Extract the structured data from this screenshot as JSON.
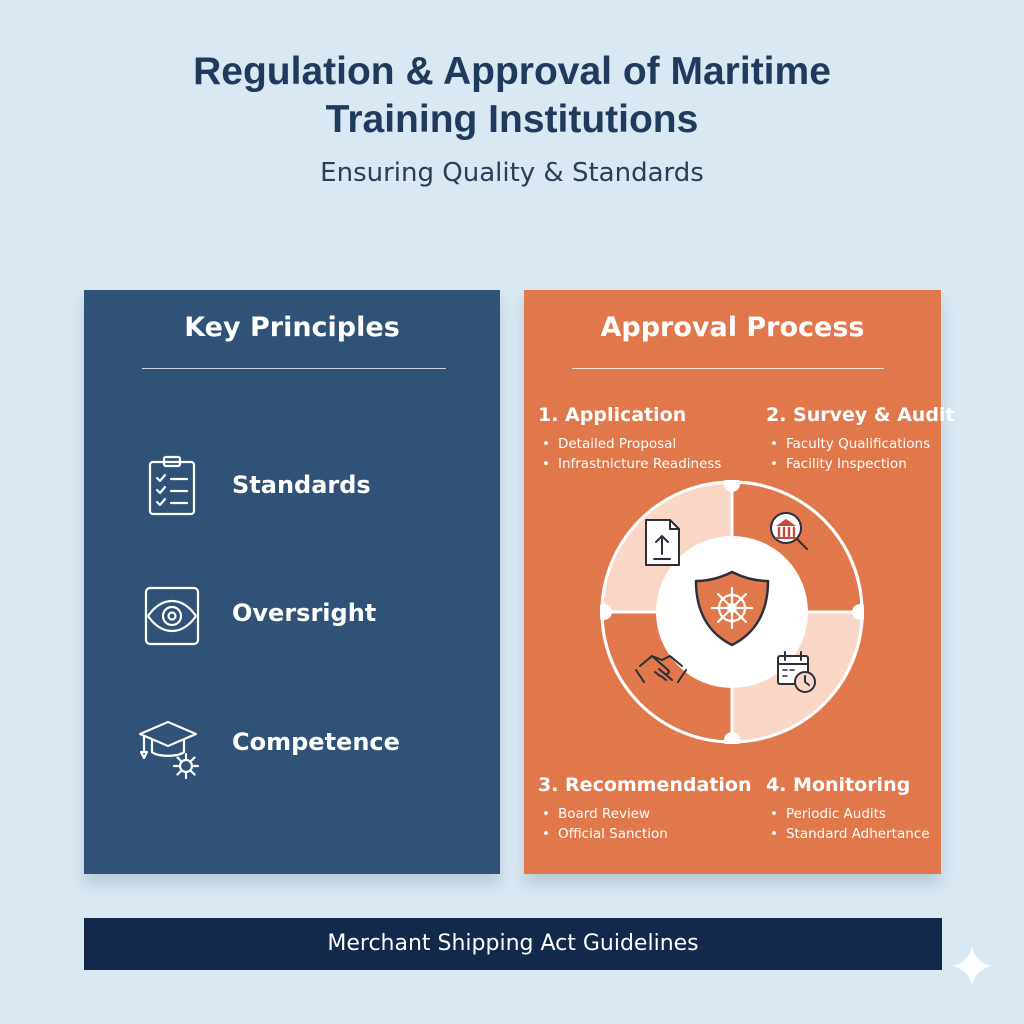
{
  "header": {
    "title_line1": "Regulation & Approval of Maritime",
    "title_line2": "Training Institutions",
    "subtitle": "Ensuring Quality & Standards"
  },
  "key_principles": {
    "title": "Key Principles",
    "items": [
      {
        "label": "Standards",
        "icon": "clipboard-checklist-icon"
      },
      {
        "label": "Oversright",
        "icon": "eye-icon"
      },
      {
        "label": "Competence",
        "icon": "graduation-cap-gear-icon"
      }
    ]
  },
  "approval_process": {
    "title": "Approval Process",
    "steps": [
      {
        "title": "1. Application",
        "bullets": [
          "Detailed Proposal",
          "Infrastnicture Readiness"
        ],
        "icon": "document-upload-icon"
      },
      {
        "title": "2. Survey & Audit",
        "bullets": [
          "Faculty Qualifications",
          "Facility Inspection"
        ],
        "icon": "magnifier-building-icon"
      },
      {
        "title": "3. Recommendation",
        "bullets": [
          "Board Review",
          "Official Sanction"
        ],
        "icon": "handshake-icon"
      },
      {
        "title": "4. Monitoring",
        "bullets": [
          "Periodic Audits",
          "Standard Adhertance"
        ],
        "icon": "calendar-clock-icon"
      }
    ],
    "center_icon": "shield-ship-wheel-icon"
  },
  "footer": {
    "text": "Merchant Shipping Act Guidelines"
  },
  "colors": {
    "background": "#d9e8f3",
    "title": "#1f3a5c",
    "left_panel": "#2f5276",
    "right_panel": "#e0784c",
    "wheel_light": "#f9d6c6",
    "footer": "#13294b"
  }
}
